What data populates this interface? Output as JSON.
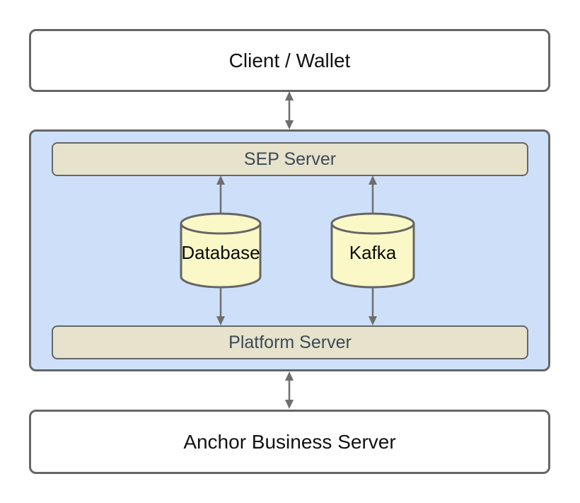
{
  "diagram": {
    "client_box": {
      "label": "Client / Wallet"
    },
    "sep_container": {
      "sep_server": {
        "label": "SEP Server"
      },
      "database": {
        "label": "Database"
      },
      "kafka": {
        "label": "Kafka"
      },
      "platform_server": {
        "label": "Platform Server"
      }
    },
    "anchor_box": {
      "label": "Anchor Business Server"
    },
    "colors": {
      "background": "#FFFFFF",
      "outer_box_fill": "#FFFFFF",
      "outer_box_border": "#666666",
      "container_fill": "#CEE0F9",
      "container_border": "#666666",
      "bar_fill": "#E6E2CC",
      "bar_border": "#666666",
      "bar_text": "#3C4A56",
      "cylinder_fill": "#FBF8C8",
      "cylinder_border": "#666666",
      "arrow": "#6E6E6E",
      "label_text": "#0A0A0A"
    }
  }
}
